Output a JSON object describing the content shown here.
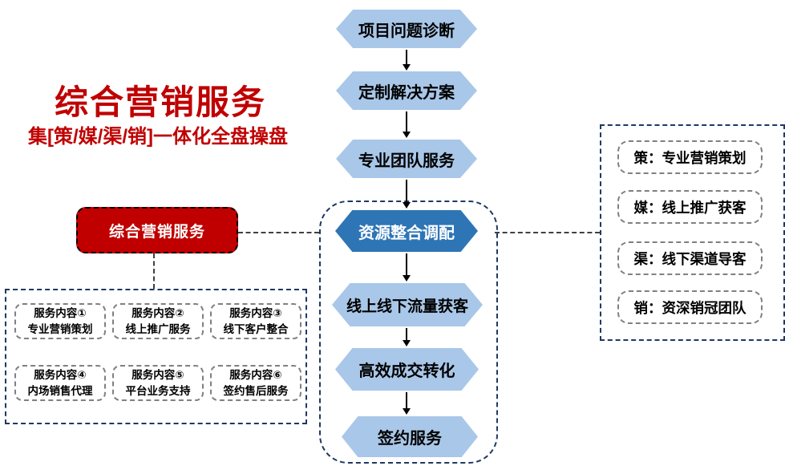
{
  "header": {
    "title": "综合营销服务",
    "subtitle": "集[策/媒/渠/销]一体化全盘操盘"
  },
  "left_node": {
    "label": "综合营销服务"
  },
  "flow": {
    "steps": [
      {
        "label": "项目问题诊断",
        "emphasis": false
      },
      {
        "label": "定制解决方案",
        "emphasis": false
      },
      {
        "label": "专业团队服务",
        "emphasis": false
      },
      {
        "label": "资源整合调配",
        "emphasis": true
      },
      {
        "label": "线上线下流量获客",
        "emphasis": false
      },
      {
        "label": "高效成交转化",
        "emphasis": false
      },
      {
        "label": "签约服务",
        "emphasis": false
      }
    ]
  },
  "services": {
    "items": [
      {
        "line1": "服务内容①",
        "line2": "专业营销策划"
      },
      {
        "line1": "服务内容②",
        "line2": "线上推广服务"
      },
      {
        "line1": "服务内容③",
        "line2": "线下客户整合"
      },
      {
        "line1": "服务内容④",
        "line2": "内场销售代理"
      },
      {
        "line1": "服务内容⑤",
        "line2": "平台业务支持"
      },
      {
        "line1": "服务内容⑥",
        "line2": "签约售后服务"
      }
    ]
  },
  "pillars": {
    "items": [
      {
        "label": "策：专业营销策划"
      },
      {
        "label": "媒：线上推广获客"
      },
      {
        "label": "渠：线下渠道导客"
      },
      {
        "label": "销：资深销冠团队"
      }
    ]
  },
  "colors": {
    "accent_red": "#C00000",
    "hexagon_light_blue": "#A9C7E8",
    "hexagon_dark_blue": "#2E75B6",
    "frame_dashed_navy": "#1F3864",
    "box_dashed_gray": "#808080",
    "arrow_black": "#000000"
  }
}
